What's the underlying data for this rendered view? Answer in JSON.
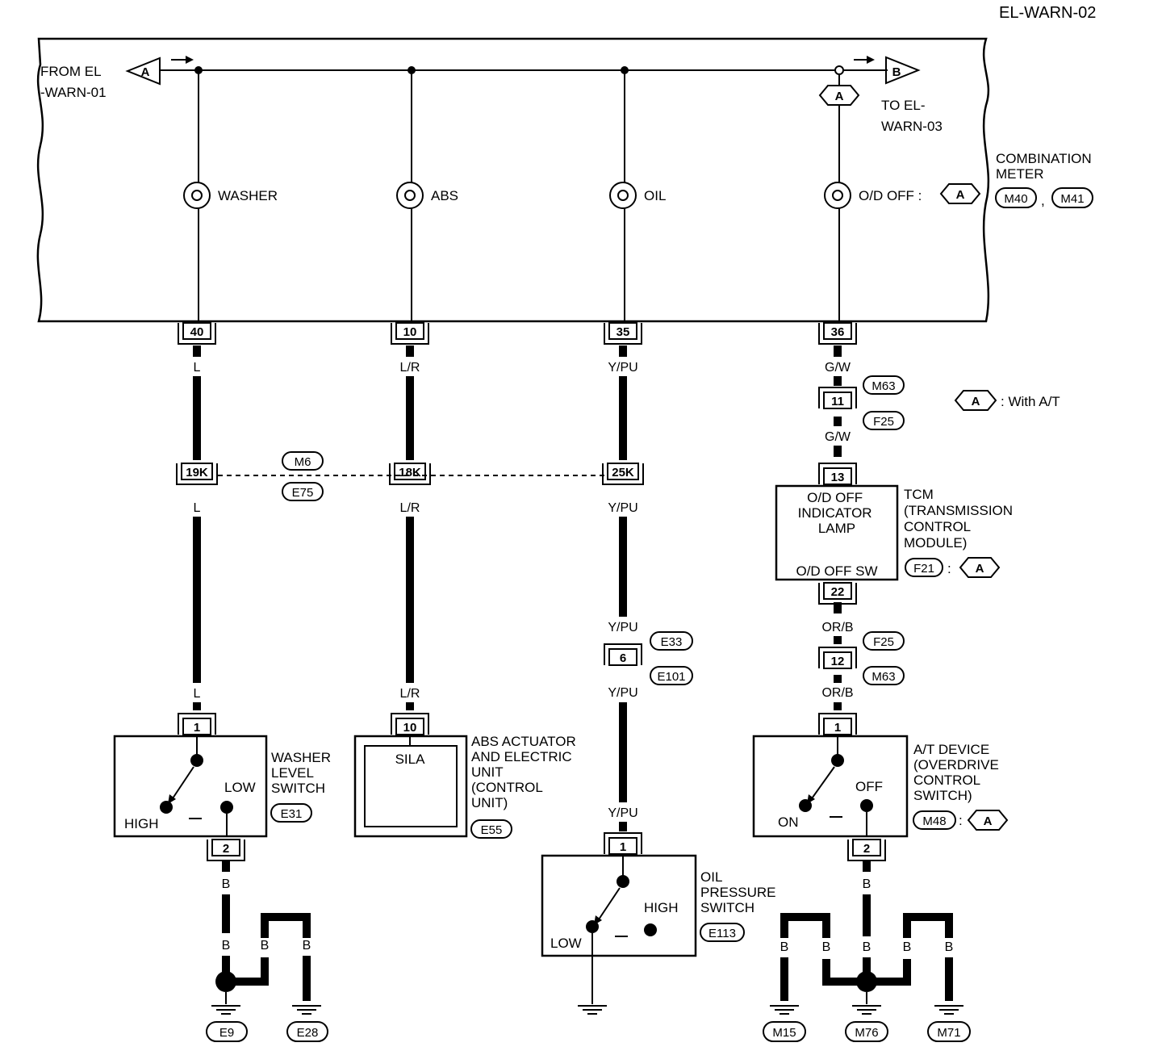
{
  "page_code": "EL-WARN-02",
  "from_ref": "FROM EL\n-WARN-01",
  "to_ref": "TO EL-\nWARN-03",
  "flag_a": "A",
  "flag_b": "B",
  "combination_meter": {
    "label": "COMBINATION\nMETER",
    "connectors": [
      "M40",
      "M41"
    ],
    "sep": ","
  },
  "legend": {
    "tag": "A",
    "text": ": With A/T"
  },
  "lamps": [
    {
      "label": "WASHER",
      "pin": "40",
      "wire1": "L",
      "join_pin": "19K",
      "wire2": "L",
      "wire3": "L"
    },
    {
      "label": "ABS",
      "pin": "10",
      "wire1": "L/R",
      "join_pin": "18K",
      "wire2": "L/R",
      "wire3": "L/R"
    },
    {
      "label": "OIL",
      "pin": "35",
      "wire1": "Y/PU",
      "join_pin": "25K",
      "wire2": "Y/PU",
      "wire3": "Y/PU",
      "wire4": "Y/PU",
      "wire5": "Y/PU"
    },
    {
      "label": "O/D OFF :",
      "pin": "36",
      "wire1": "G/W",
      "wire2": "G/W",
      "wire3": "OR/B",
      "wire4": "OR/B",
      "wire5": "B"
    }
  ],
  "joint_connectors": [
    "M6",
    "E75"
  ],
  "inline_connectors": {
    "c11": {
      "pin": "11",
      "top": "M63",
      "bottom": "F25"
    },
    "c6": {
      "pin": "6",
      "top": "E33",
      "bottom": "E101"
    },
    "c12": {
      "pin": "12",
      "top": "F25",
      "bottom": "M63"
    }
  },
  "tcm": {
    "box_top": "O/D OFF\nINDICATOR\nLAMP",
    "box_bottom": "O/D OFF SW",
    "pin_top": "13",
    "pin_bottom": "22",
    "label": "TCM\n(TRANSMISSION\n CONTROL\n MODULE)",
    "connector": "F21",
    "colon": ":"
  },
  "washer_switch": {
    "label": "WASHER\nLEVEL\nSWITCH",
    "connector": "E31",
    "pin_top": "1",
    "pin_bottom": "2",
    "high": "HIGH",
    "low": "LOW",
    "wire": "B"
  },
  "abs_unit": {
    "label": "ABS ACTUATOR\nAND ELECTRIC\nUNIT\n(CONTROL\n UNIT)",
    "connector": "E55",
    "pin": "10",
    "inner": "SILA"
  },
  "oil_switch": {
    "label": "OIL\nPRESSURE\nSWITCH",
    "connector": "E113",
    "pin": "1",
    "low": "LOW",
    "high": "HIGH"
  },
  "at_device": {
    "label": "A/T DEVICE\n(OVERDRIVE\n CONTROL\n SWITCH)",
    "connector": "M48",
    "colon": ":",
    "pin_top": "1",
    "pin_bottom": "2",
    "on": "ON",
    "off": "OFF"
  },
  "grounds": {
    "left": {
      "wires": [
        "B",
        "B",
        "B"
      ],
      "connectors": [
        "E9",
        "E28"
      ]
    },
    "right": {
      "wires": [
        "B",
        "B",
        "B",
        "B",
        "B"
      ],
      "connectors": [
        "M15",
        "M76",
        "M71"
      ]
    }
  }
}
